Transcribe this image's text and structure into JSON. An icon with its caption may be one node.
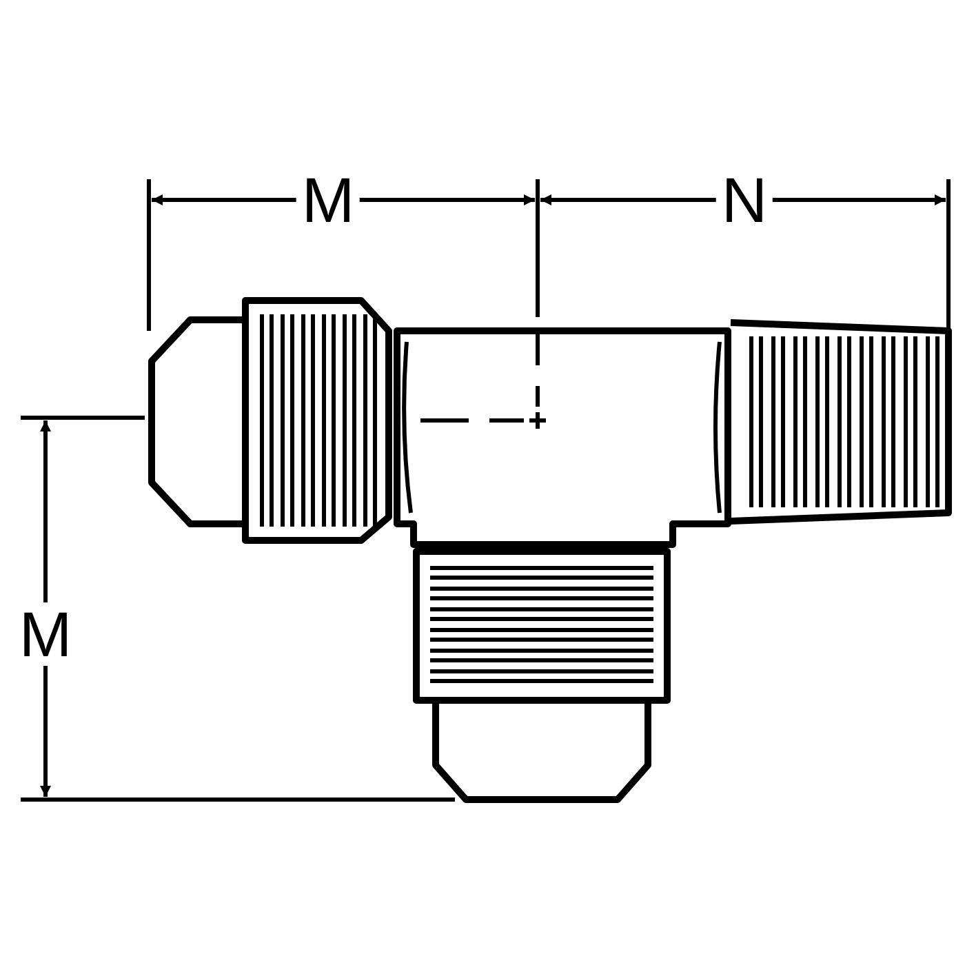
{
  "diagram": {
    "labels": [
      "M",
      "N",
      "M"
    ]
  }
}
